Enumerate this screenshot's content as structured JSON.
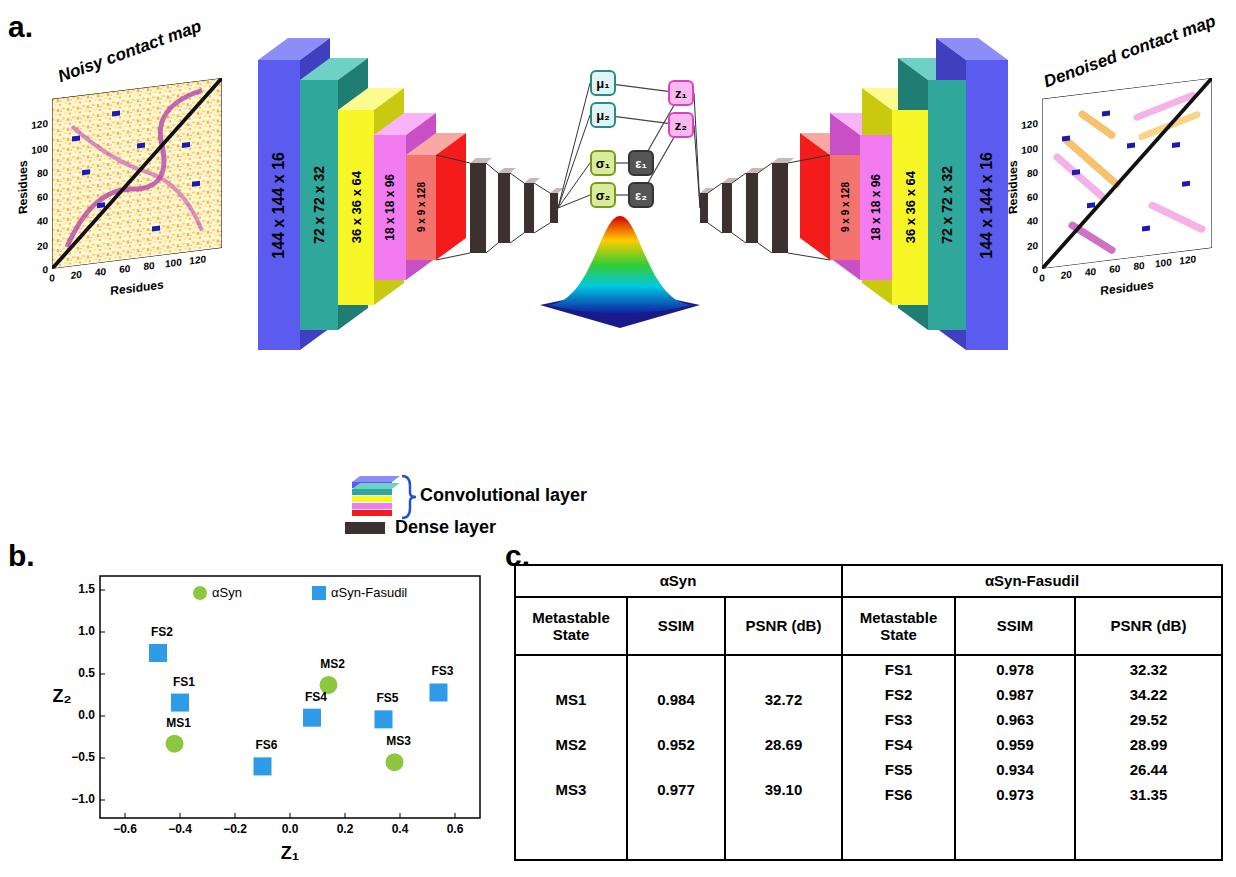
{
  "diagram": {
    "nodes": [
      {
        "text": [
          "144 x 144 x 16"
        ]
      },
      {
        "text": [
          "72 x 72 x 32"
        ]
      },
      {
        "text": [
          "36 x 36 x 64"
        ]
      },
      {
        "text": [
          "18 x 18 x 96"
        ]
      },
      {
        "text": [
          "9 x 9 x 128"
        ]
      },
      {
        "text": [
          "μ₁"
        ]
      },
      {
        "text": [
          "μ₂"
        ]
      },
      {
        "text": [
          "σ₁"
        ]
      },
      {
        "text": [
          "σ₂"
        ]
      },
      {
        "text": [
          "ε₁"
        ]
      },
      {
        "text": [
          "ε₂"
        ]
      },
      {
        "text": [
          "z₁"
        ]
      },
      {
        "text": [
          "z₂"
        ]
      },
      {
        "text": [
          "9 x 9 x 128"
        ]
      },
      {
        "text": [
          "18 x 18 x 96"
        ]
      },
      {
        "text": [
          "36 x 36 x 64"
        ]
      },
      {
        "text": [
          "72 x 72 x 32"
        ]
      },
      {
        "text": [
          "144 x 144 x 16"
        ]
      }
    ],
    "edges": [
      {
        "from": 5,
        "to": 11,
        "arrow": "none"
      },
      {
        "from": 6,
        "to": 12,
        "arrow": "none"
      },
      {
        "from": 7,
        "to": 9,
        "arrow": "none"
      },
      {
        "from": 8,
        "to": 10,
        "arrow": "none"
      },
      {
        "from": 9,
        "to": 11,
        "arrow": "none"
      },
      {
        "from": 10,
        "to": 12,
        "arrow": "none"
      }
    ],
    "labels": [
      "a.",
      "Noisy contact map",
      "Residues",
      "0",
      "20",
      "40",
      "60",
      "80",
      "100",
      "120",
      "Residues",
      "0",
      "20",
      "40",
      "60",
      "80",
      "100",
      "120",
      "Denoised contact map",
      "Residues",
      "0",
      "20",
      "40",
      "60",
      "80",
      "100",
      "120",
      "Residues",
      "0",
      "20",
      "40",
      "60",
      "80",
      "100",
      "120",
      "b.",
      "1.5",
      "1.0",
      "0.5",
      "0.0",
      "−0.5",
      "−1.0",
      "−0.6",
      "−0.4",
      "−0.2",
      "0.0",
      "0.2",
      "0.4",
      "0.6",
      "Z₂",
      "Z₁",
      "FS2",
      "FS1",
      "MS1",
      "FS6",
      "FS4",
      "MS2",
      "FS5",
      "FS3",
      "MS3",
      "c.",
      "αSyn",
      "αSyn-Fasudil",
      "Metastable State",
      "SSIM",
      "PSNR (dB)",
      "Metastable State",
      "SSIM",
      "PSNR (dB)",
      "MS1",
      "0.984",
      "32.72",
      "MS2",
      "0.952",
      "28.69",
      "MS3",
      "0.977",
      "39.10",
      "FS1",
      "0.978",
      "32.32",
      "FS2",
      "0.987",
      "34.22",
      "FS3",
      "0.963",
      "29.52",
      "FS4",
      "0.959",
      "28.99",
      "FS5",
      "0.934",
      "26.44",
      "FS6",
      "0.973",
      "31.35"
    ],
    "legend": [
      {
        "text": "αSyn",
        "color": "#8dc63f"
      },
      {
        "text": "αSyn-Fasudil",
        "color": "#2e9be6"
      },
      {
        "text": "Convolutional layer"
      },
      {
        "text": "Dense layer",
        "color": "#3d3030"
      }
    ]
  }
}
